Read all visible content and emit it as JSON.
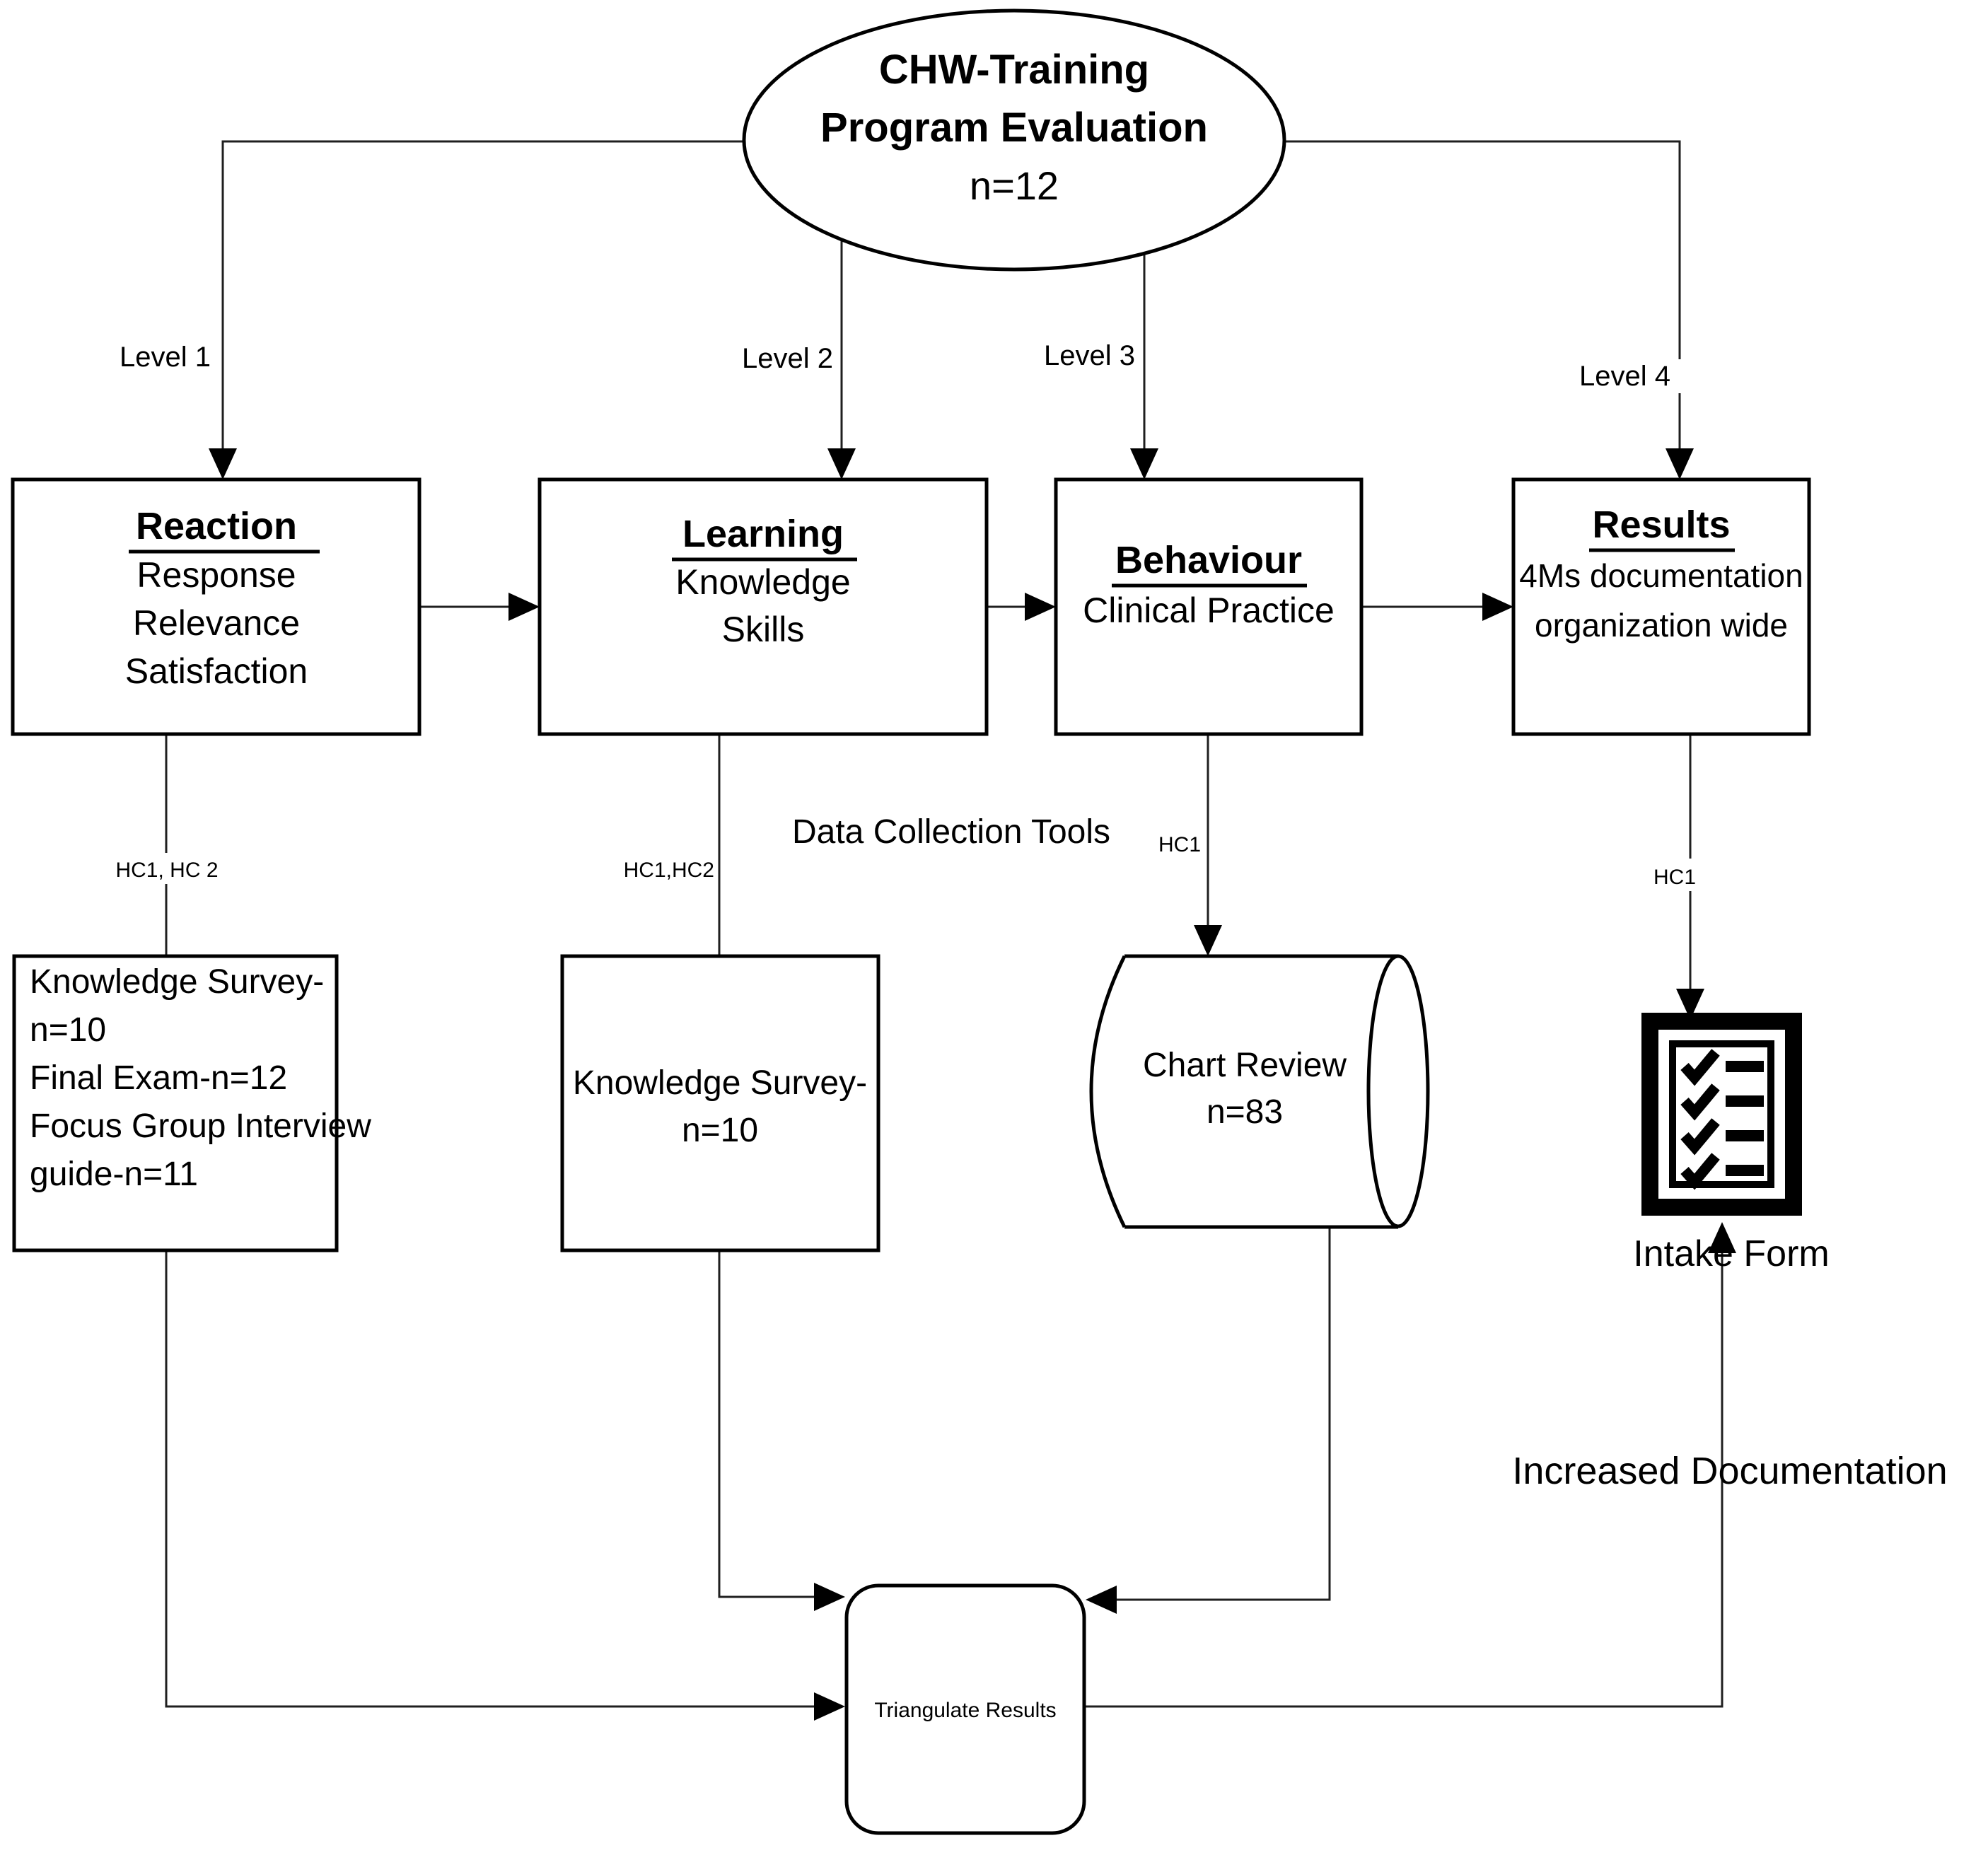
{
  "colors": {
    "ink": "#000000",
    "connector": "#1f1f1f",
    "background": "#ffffff"
  },
  "root_node": {
    "line1": "CHW-Training",
    "line2": "Program Evaluation",
    "line3": "n=12"
  },
  "level_labels": {
    "level1": "Level 1",
    "level2": "Level 2",
    "level3": "Level 3",
    "level4": "Level 4"
  },
  "evaluation_boxes": {
    "reaction": {
      "title": "Reaction",
      "line1": "Response",
      "line2": "Relevance",
      "line3": "Satisfaction"
    },
    "learning": {
      "title": "Learning",
      "line1": "Knowledge",
      "line2": "Skills"
    },
    "behaviour": {
      "title": "Behaviour",
      "line1": "Clinical Practice"
    },
    "results": {
      "title": "Results",
      "line1": "4Ms documentation",
      "line2": "organization wide"
    }
  },
  "section_label": "Data Collection Tools",
  "hc_labels": {
    "reaction": "HC1, HC 2",
    "learning": "HC1,HC2",
    "behaviour": "HC1",
    "results": "HC1"
  },
  "data_collection_tools": {
    "reaction_tools": {
      "line1": "Knowledge Survey-",
      "line2": "n=10",
      "line3": "Final Exam-n=12",
      "line4": "Focus Group Interview",
      "line5": "guide-n=11"
    },
    "learning_tool": {
      "line1": "Knowledge Survey-",
      "line2": "n=10"
    },
    "behaviour_tool": {
      "line1": "Chart Review",
      "line2": "n=83"
    },
    "results_tool": {
      "label": "Intake Form"
    }
  },
  "outcome_label": "Increased Documentation",
  "triangulate_node": {
    "label": "Triangulate Results"
  }
}
